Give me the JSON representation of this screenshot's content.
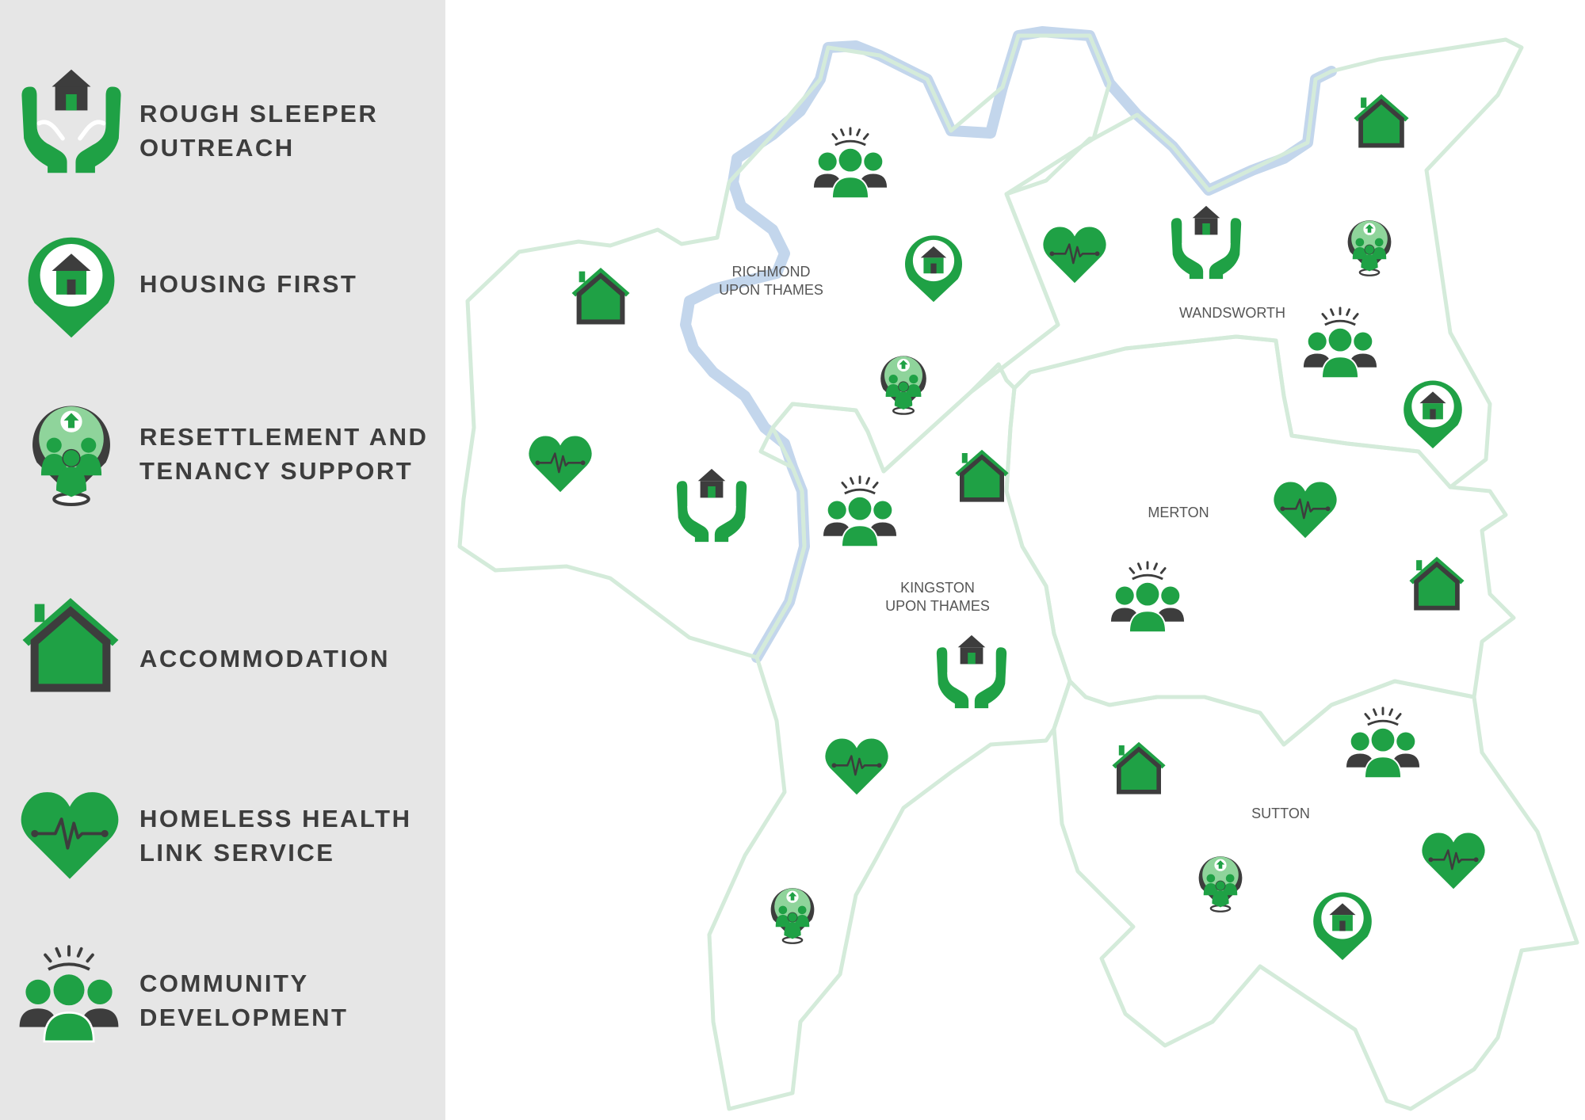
{
  "legend": {
    "items": [
      {
        "id": "rough-sleeper-outreach",
        "label": "ROUGH SLEEPER\nOUTREACH",
        "icon": "hands-house-icon"
      },
      {
        "id": "housing-first",
        "label": "HOUSING FIRST",
        "icon": "location-pin-house-icon"
      },
      {
        "id": "resettlement",
        "label": "RESETTLEMENT AND\nTENANCY SUPPORT",
        "icon": "location-pin-people-icon"
      },
      {
        "id": "accommodation",
        "label": "ACCOMMODATION",
        "icon": "house-outline-icon"
      },
      {
        "id": "homeless-health",
        "label": "HOMELESS HEALTH\nLINK SERVICE",
        "icon": "heartbeat-heart-icon"
      },
      {
        "id": "community-development",
        "label": "COMMUNITY\nDEVELOPMENT",
        "icon": "community-group-icon"
      }
    ]
  },
  "map": {
    "regions": [
      {
        "id": "richmond",
        "label_lines": [
          "RICHMOND",
          "UPON THAMES"
        ]
      },
      {
        "id": "wandsworth",
        "label_lines": [
          "WANDSWORTH"
        ]
      },
      {
        "id": "merton",
        "label_lines": [
          "MERTON"
        ]
      },
      {
        "id": "kingston",
        "label_lines": [
          "KINGSTON",
          "UPON THAMES"
        ]
      },
      {
        "id": "sutton",
        "label_lines": [
          "SUTTON"
        ]
      }
    ],
    "markers": [
      {
        "service": "community-development",
        "region": "richmond"
      },
      {
        "service": "housing-first",
        "region": "richmond"
      },
      {
        "service": "accommodation",
        "region": "richmond"
      },
      {
        "service": "resettlement",
        "region": "richmond"
      },
      {
        "service": "homeless-health",
        "region": "richmond"
      },
      {
        "service": "rough-sleeper-outreach",
        "region": "richmond"
      },
      {
        "service": "homeless-health",
        "region": "wandsworth"
      },
      {
        "service": "rough-sleeper-outreach",
        "region": "wandsworth"
      },
      {
        "service": "resettlement",
        "region": "wandsworth"
      },
      {
        "service": "accommodation",
        "region": "wandsworth"
      },
      {
        "service": "community-development",
        "region": "wandsworth"
      },
      {
        "service": "housing-first",
        "region": "wandsworth"
      },
      {
        "service": "community-development",
        "region": "kingston"
      },
      {
        "service": "accommodation",
        "region": "kingston"
      },
      {
        "service": "rough-sleeper-outreach",
        "region": "kingston"
      },
      {
        "service": "homeless-health",
        "region": "kingston"
      },
      {
        "service": "resettlement",
        "region": "kingston"
      },
      {
        "service": "homeless-health",
        "region": "merton"
      },
      {
        "service": "community-development",
        "region": "merton"
      },
      {
        "service": "accommodation",
        "region": "merton"
      },
      {
        "service": "accommodation",
        "region": "sutton"
      },
      {
        "service": "community-development",
        "region": "sutton"
      },
      {
        "service": "resettlement",
        "region": "sutton"
      },
      {
        "service": "homeless-health",
        "region": "sutton"
      },
      {
        "service": "housing-first",
        "region": "sutton"
      }
    ]
  },
  "colors": {
    "green": "#1fa145",
    "light_green": "#8fd49b",
    "dark": "#3d3d3d",
    "border": "#d4ebda",
    "river": "#c3d6ec",
    "legend_bg": "#e6e6e6"
  }
}
